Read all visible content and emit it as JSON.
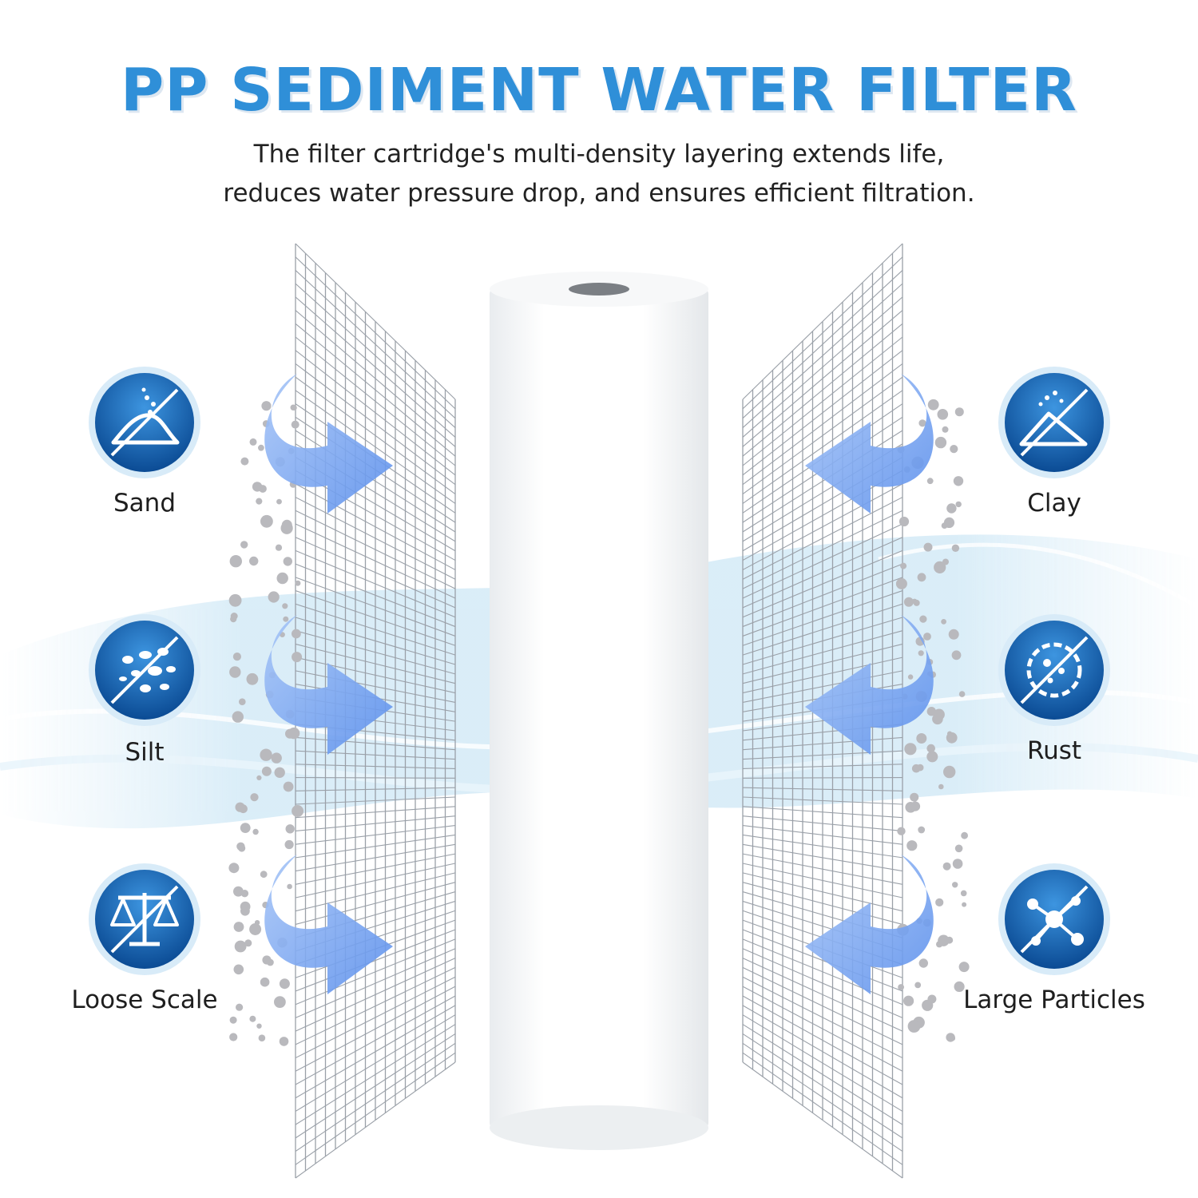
{
  "header": {
    "title": "PP SEDIMENT WATER FILTER",
    "subtitle_line1": "The filter cartridge's multi-density layering extends life,",
    "subtitle_line2": "reduces water pressure drop, and ensures efficient filtration."
  },
  "contaminants_left": [
    {
      "label": "Sand",
      "icon": "sand-icon"
    },
    {
      "label": "Silt",
      "icon": "silt-icon"
    },
    {
      "label": "Loose Scale",
      "icon": "scale-icon"
    }
  ],
  "contaminants_right": [
    {
      "label": "Clay",
      "icon": "clay-icon"
    },
    {
      "label": "Rust",
      "icon": "rust-icon"
    },
    {
      "label": "Large Particles",
      "icon": "particles-icon"
    }
  ],
  "colors": {
    "title": "#2f8fd8",
    "icon_dark": "#0c4f9a",
    "icon_light": "#3a8fdc",
    "arrow": "#6f9ef0",
    "mesh": "#9aa0a8",
    "particle": "#b9b9bd"
  }
}
